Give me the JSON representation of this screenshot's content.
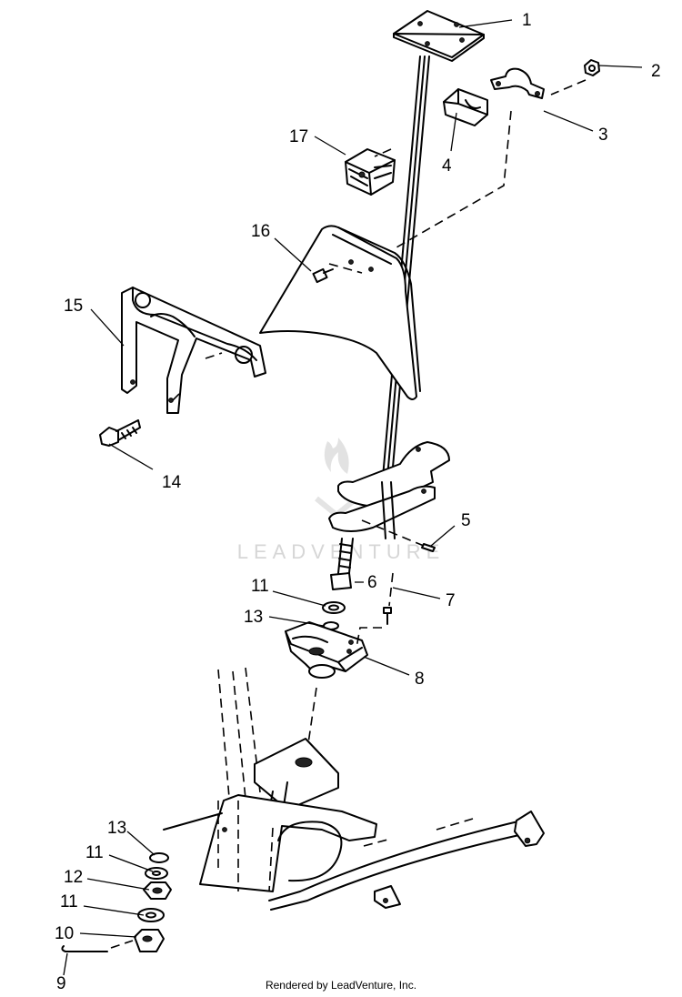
{
  "watermark": "LEADVENTURE",
  "footer": "Rendered by LeadVenture, Inc.",
  "callouts": [
    {
      "id": "c1",
      "label": "1"
    },
    {
      "id": "c2",
      "label": "2"
    },
    {
      "id": "c3",
      "label": "3"
    },
    {
      "id": "c4",
      "label": "4"
    },
    {
      "id": "c5",
      "label": "5"
    },
    {
      "id": "c6",
      "label": "6"
    },
    {
      "id": "c7",
      "label": "7"
    },
    {
      "id": "c8",
      "label": "8"
    },
    {
      "id": "c9",
      "label": "9"
    },
    {
      "id": "c10",
      "label": "10"
    },
    {
      "id": "c11a",
      "label": "11"
    },
    {
      "id": "c11b",
      "label": "11"
    },
    {
      "id": "c11c",
      "label": "11"
    },
    {
      "id": "c12",
      "label": "12"
    },
    {
      "id": "c13a",
      "label": "13"
    },
    {
      "id": "c13b",
      "label": "13"
    },
    {
      "id": "c14",
      "label": "14"
    },
    {
      "id": "c15",
      "label": "15"
    },
    {
      "id": "c16",
      "label": "16"
    },
    {
      "id": "c17",
      "label": "17"
    }
  ]
}
